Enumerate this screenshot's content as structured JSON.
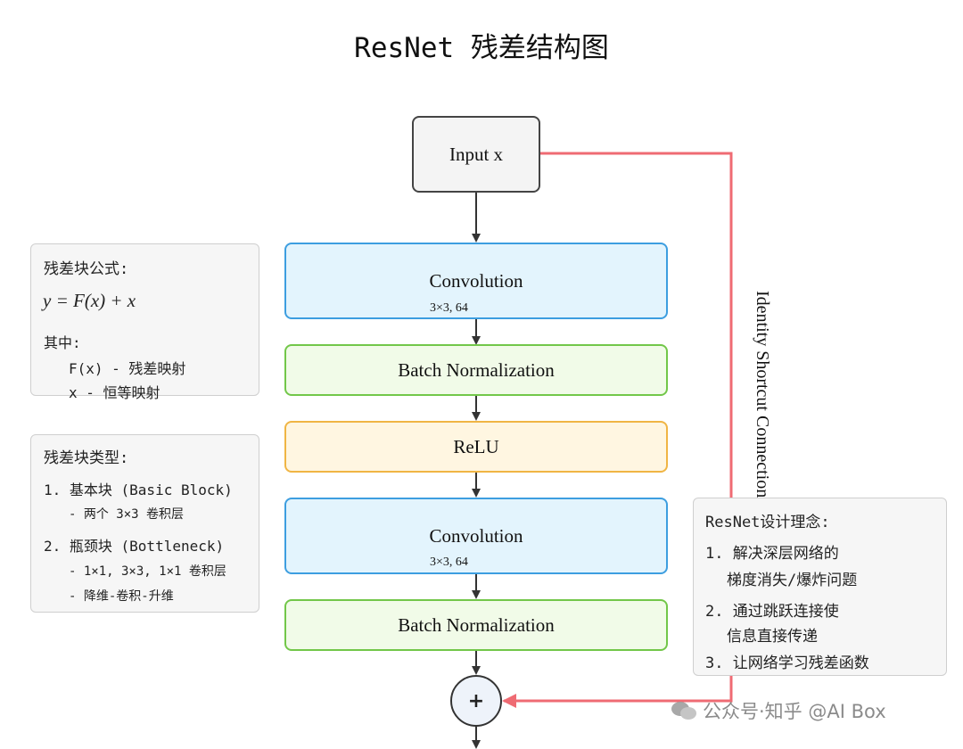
{
  "title": "ResNet 残差结构图",
  "nodes": {
    "input": "Input x",
    "conv1": {
      "label": "Convolution",
      "sub": "3×3, 64"
    },
    "bn1": "Batch Normalization",
    "relu": "ReLU",
    "conv2": {
      "label": "Convolution",
      "sub": "3×3, 64"
    },
    "bn2": "Batch Normalization",
    "add": "+"
  },
  "shortcut_label": "Identity Shortcut Connection",
  "formula_panel": {
    "title": "残差块公式:",
    "formula": "y = F(x) + x",
    "where": "其中:",
    "lines": [
      "F(x) - 残差映射",
      "x - 恒等映射"
    ]
  },
  "types_panel": {
    "title": "残差块类型:",
    "item1": "1. 基本块 (Basic Block)",
    "item1_sub": "- 两个 3×3 卷积层",
    "item2": "2. 瓶颈块 (Bottleneck)",
    "item2_sub1": "- 1×1, 3×3, 1×1 卷积层",
    "item2_sub2": "- 降维-卷积-升维"
  },
  "design_panel": {
    "title": "ResNet设计理念:",
    "lines": [
      "1. 解决深层网络的",
      "梯度消失/爆炸问题",
      "2. 通过跳跃连接使",
      "信息直接传递",
      "3. 让网络学习残差函数"
    ]
  },
  "watermark": "公众号·知乎 @AI Box",
  "colors": {
    "shortcut": "#ef6b73",
    "arrow": "#333333",
    "conv_border": "#3d9ee0",
    "bn_border": "#72c749",
    "relu_border": "#f0b544"
  }
}
